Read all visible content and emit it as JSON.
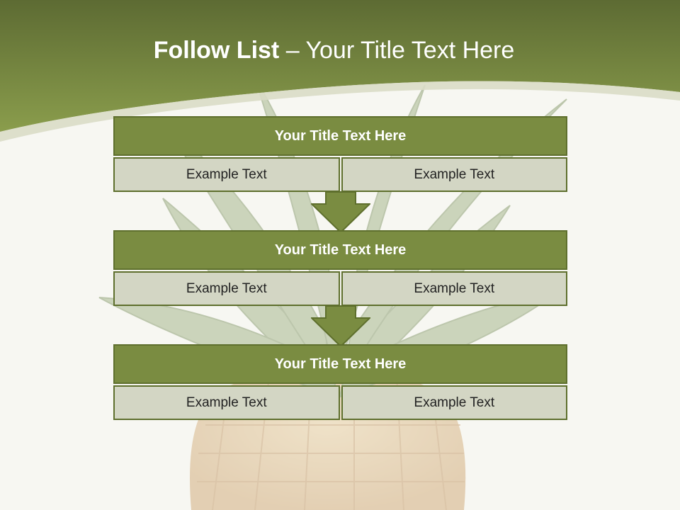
{
  "slide": {
    "title_bold": "Follow List",
    "title_rest": " – Your Title Text Here"
  },
  "blocks": [
    {
      "title": "Your Title Text Here",
      "cells": [
        "Example Text",
        "Example Text"
      ]
    },
    {
      "title": "Your Title Text Here",
      "cells": [
        "Example Text",
        "Example Text"
      ]
    },
    {
      "title": "Your Title Text Here",
      "cells": [
        "Example Text",
        "Example Text"
      ]
    }
  ],
  "colors": {
    "header_green": "#7a8c41",
    "border_green": "#5e6f2d",
    "cell_fill": "#d3d6c4",
    "background": "#f7f7f2"
  }
}
